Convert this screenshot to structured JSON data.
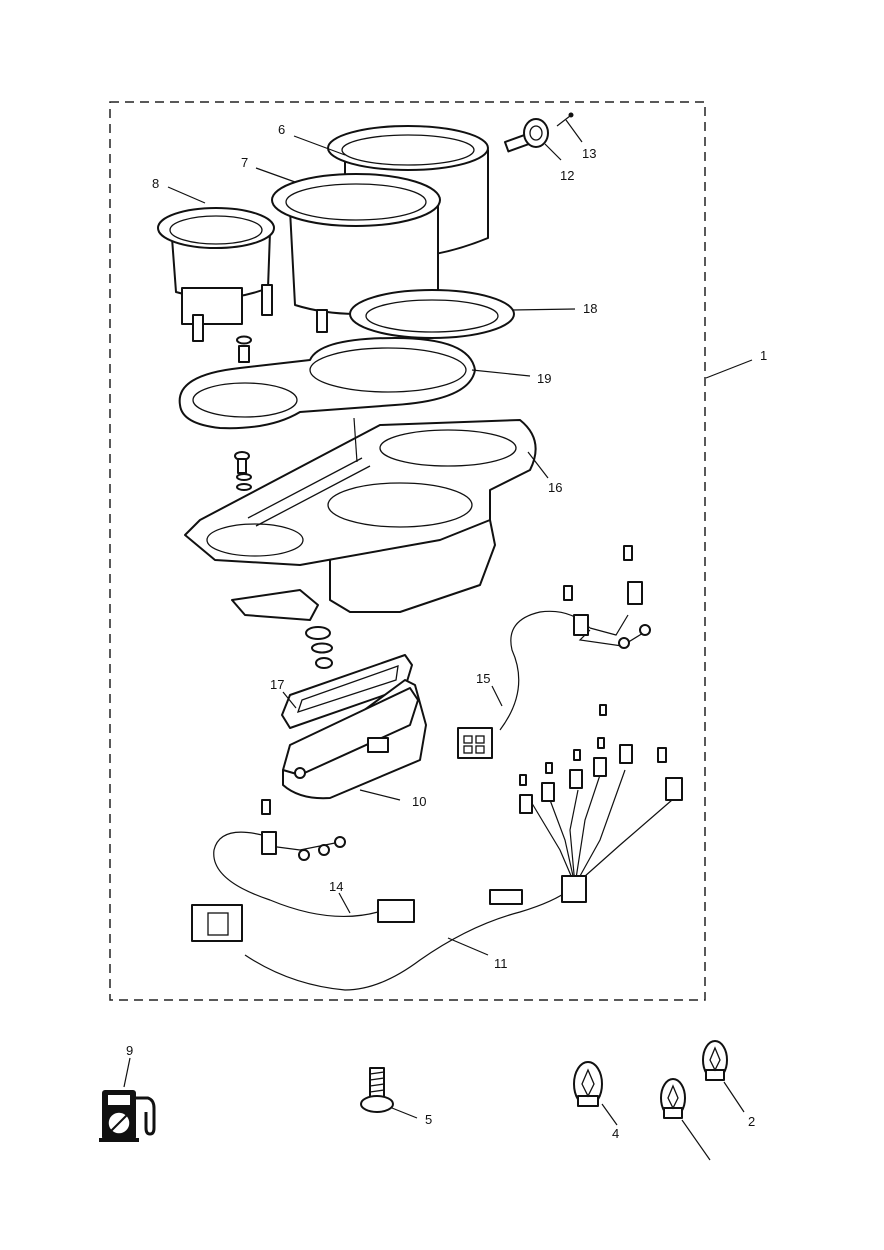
{
  "callouts": {
    "c1": "1",
    "c2": "2",
    "c4": "4",
    "c5": "5",
    "c6": "6",
    "c7": "7",
    "c8": "8",
    "c9": "9",
    "c10": "10",
    "c11": "11",
    "c12": "12",
    "c13": "13",
    "c14": "14",
    "c15": "15",
    "c16": "16",
    "c17": "17",
    "c18": "18",
    "c19": "19"
  },
  "icons": {
    "fuel": "fuel-pump-icon"
  }
}
